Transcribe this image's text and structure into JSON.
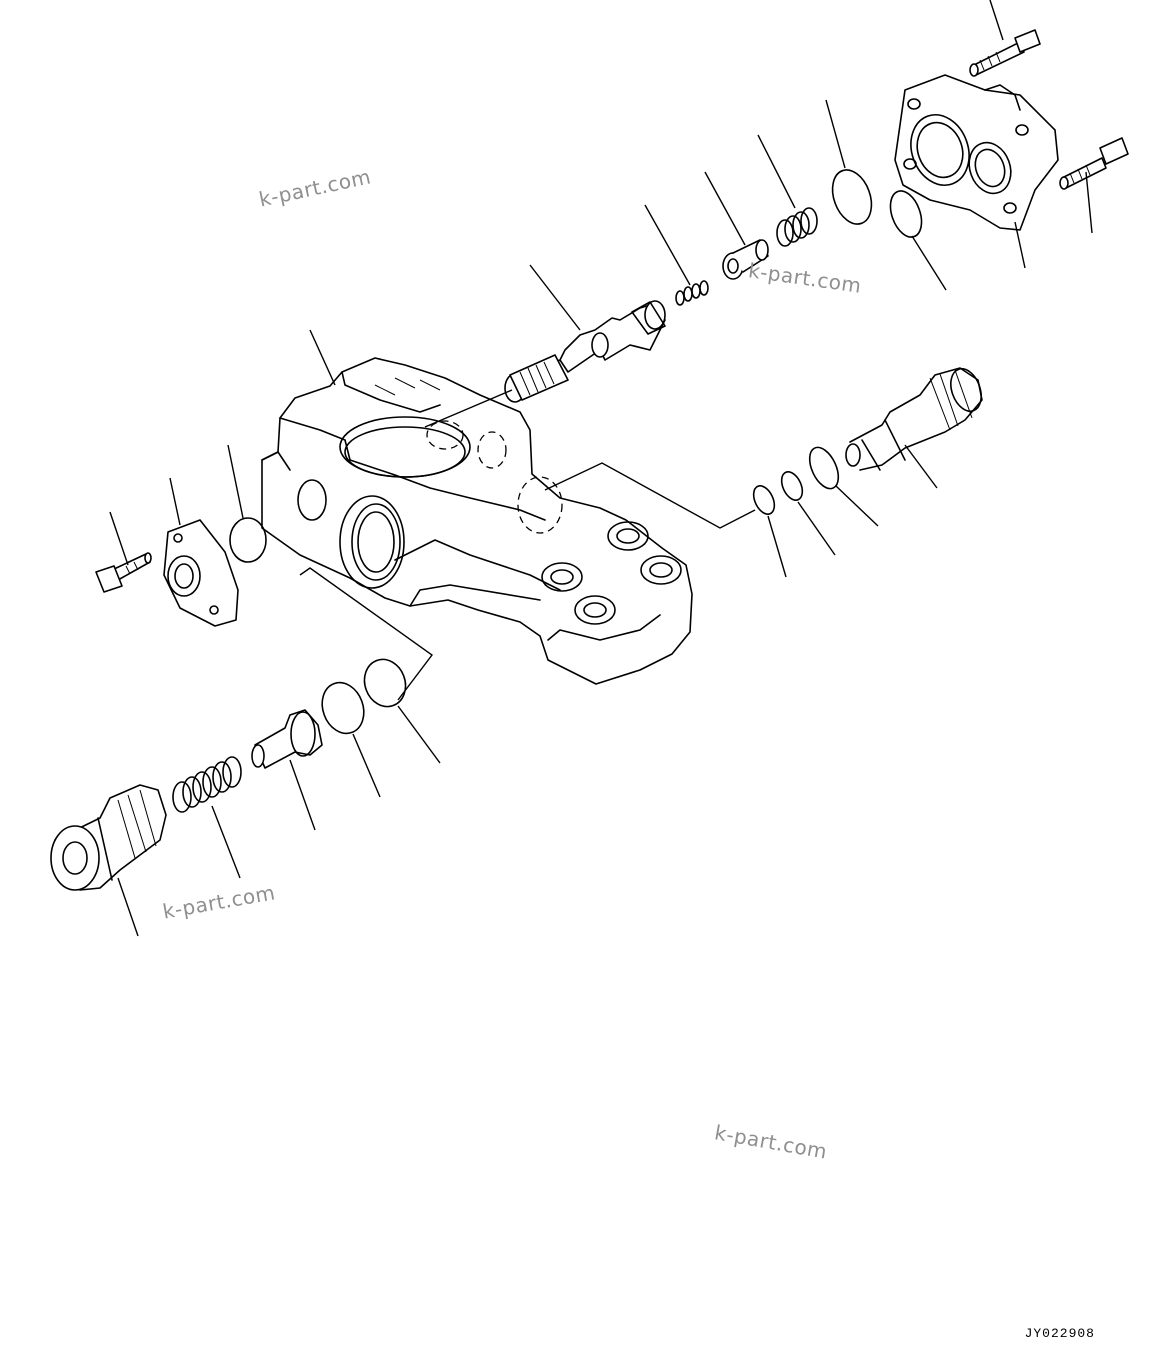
{
  "watermarks": [
    "k-part.com",
    "k-part.com",
    "k-part.com",
    "k-part.com"
  ],
  "drawing_code": "JY022908"
}
